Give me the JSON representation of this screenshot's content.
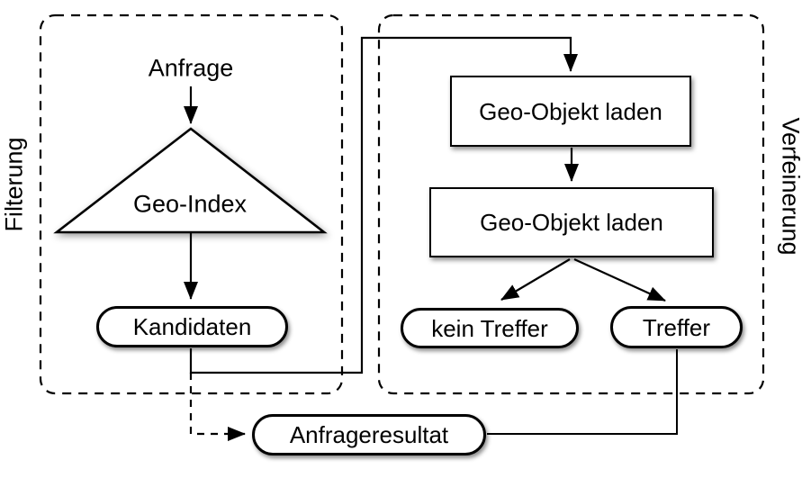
{
  "diagram": {
    "title": "Filter-and-refine Geo query flowchart",
    "groups": {
      "left": {
        "label": "Filterung"
      },
      "right": {
        "label": "Verfeinerung"
      }
    },
    "nodes": {
      "anfrage": "Anfrage",
      "geo_index": "Geo-Index",
      "kandidaten": "Kandidaten",
      "geo_objekt_laden_1": "Geo-Objekt laden",
      "geo_objekt_laden_2": "Geo-Objekt laden",
      "kein_treffer": "kein Treffer",
      "treffer": "Treffer",
      "anfrageresultat": "Anfrageresultat"
    },
    "edges": [
      {
        "from": "anfrage",
        "to": "geo_index",
        "style": "solid-arrow"
      },
      {
        "from": "geo_index",
        "to": "kandidaten",
        "style": "solid-arrow"
      },
      {
        "from": "kandidaten",
        "to": "geo_objekt_laden_1",
        "style": "solid-arrow"
      },
      {
        "from": "geo_objekt_laden_1",
        "to": "geo_objekt_laden_2",
        "style": "solid-arrow"
      },
      {
        "from": "geo_objekt_laden_2",
        "to": "kein_treffer",
        "style": "solid-arrow"
      },
      {
        "from": "geo_objekt_laden_2",
        "to": "treffer",
        "style": "solid-arrow"
      },
      {
        "from": "kandidaten",
        "to": "anfrageresultat",
        "style": "dashed-arrow"
      },
      {
        "from": "treffer",
        "to": "anfrageresultat",
        "style": "solid-line"
      }
    ],
    "colors": {
      "line": "#000000",
      "node_fill": "#ffffff",
      "background": "#ffffff"
    }
  }
}
